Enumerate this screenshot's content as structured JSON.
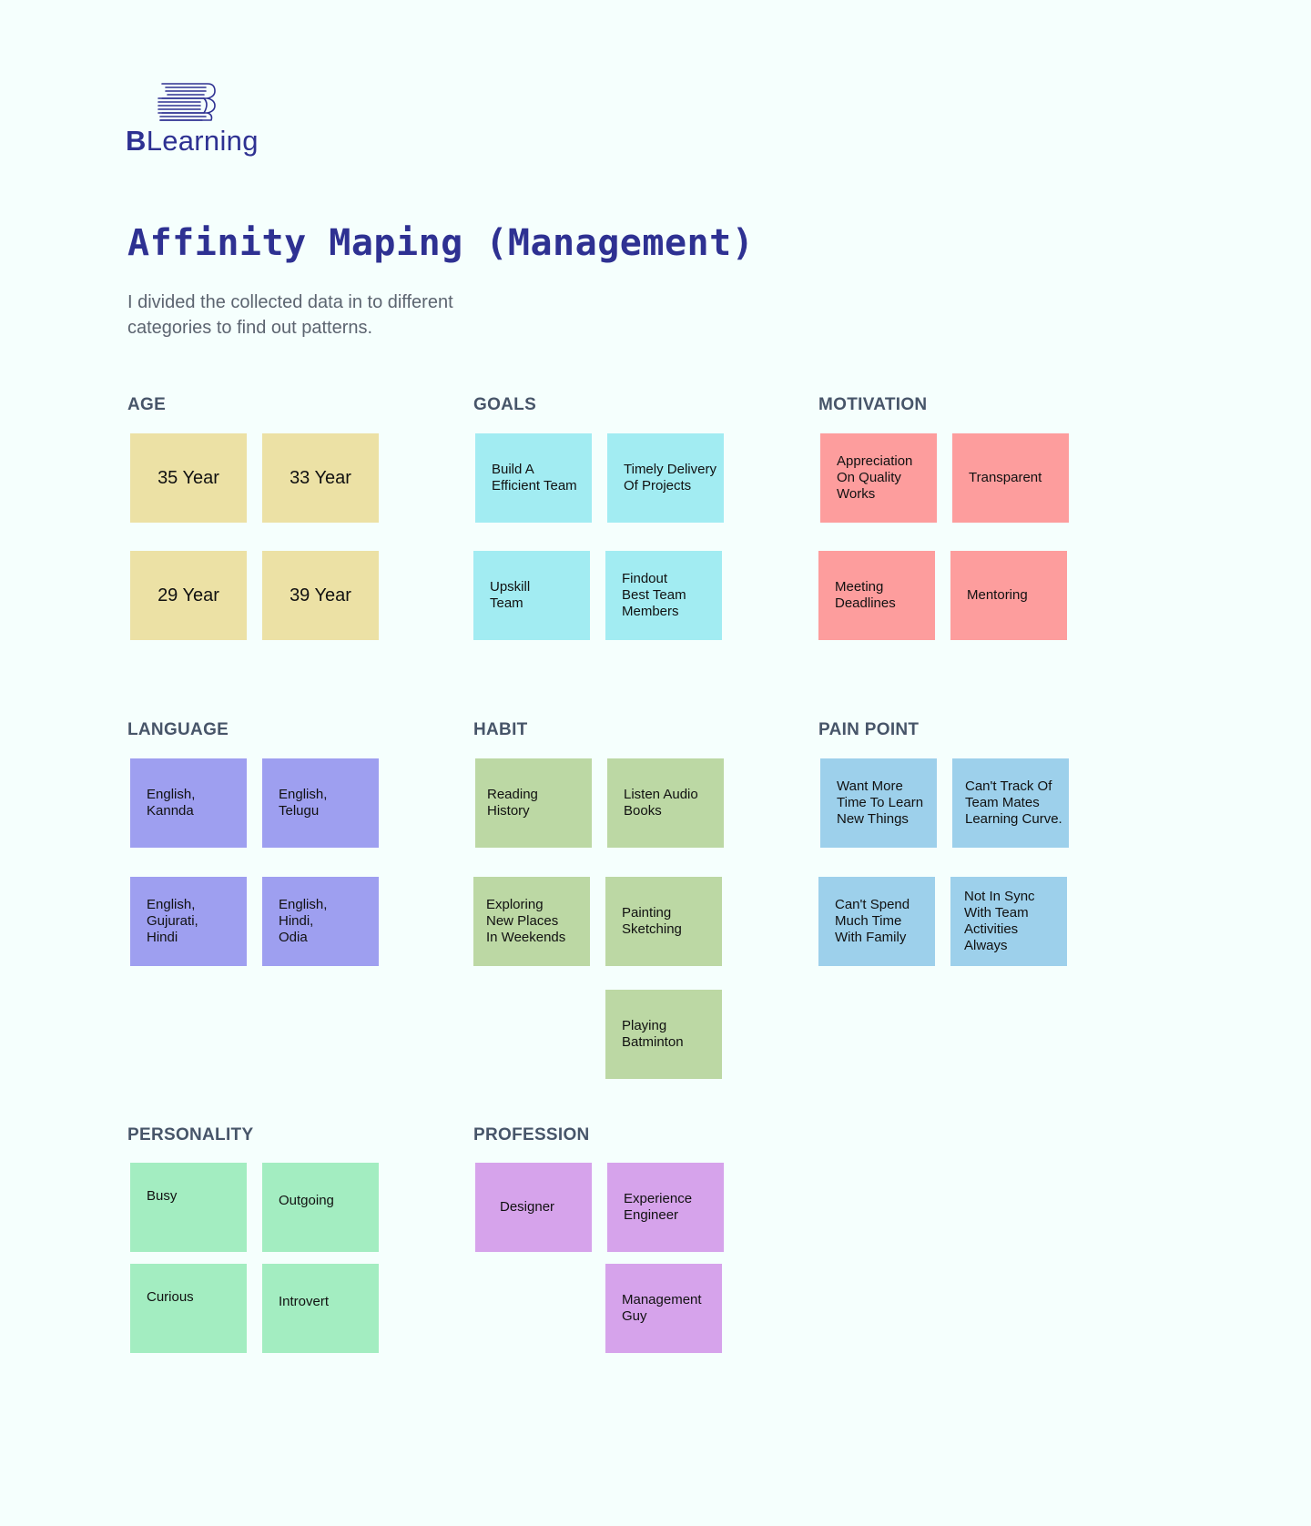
{
  "brand": {
    "logo_bold": "B",
    "logo_rest": "Learning",
    "icon": "books-stack-icon"
  },
  "page": {
    "title": "Affinity Maping (Management)",
    "subtitle": "I divided the collected data in to different categories to find out patterns."
  },
  "categories": {
    "age": {
      "title": "AGE",
      "notes": [
        "35 Year",
        "33 Year",
        "29 Year",
        "39 Year"
      ]
    },
    "goals": {
      "title": "GOALS",
      "notes": [
        "Build A\nEfficient Team",
        "Timely Delivery\nOf Projects",
        "Upskill\nTeam",
        "Findout\nBest Team\nMembers"
      ]
    },
    "motivation": {
      "title": "MOTIVATION",
      "notes": [
        "Appreciation\nOn Quality\nWorks",
        "Transparent",
        "Meeting\nDeadlines",
        "Mentoring"
      ]
    },
    "language": {
      "title": "LANGUAGE",
      "notes": [
        "English,\nKannda",
        "English,\nTelugu",
        "English,\nGujurati,\nHindi",
        "English,\nHindi,\nOdia"
      ]
    },
    "habit": {
      "title": "HABIT",
      "notes": [
        "Reading\nHistory",
        "Listen Audio\nBooks",
        "Exploring\nNew Places\nIn Weekends",
        "Painting\nSketching",
        "Playing\nBatminton"
      ]
    },
    "pain_point": {
      "title": "PAIN POINT",
      "notes": [
        "Want More\nTime To Learn\nNew Things",
        "Can't Track Of\nTeam Mates\nLearning Curve.",
        "Can't Spend\nMuch Time\nWith Family",
        "Not In Sync\nWith Team\nActivities\nAlways"
      ]
    },
    "personality": {
      "title": "PERSONALITY",
      "notes": [
        "Busy",
        "Outgoing",
        "Curious",
        "Introvert"
      ]
    },
    "profession": {
      "title": "PROFESSION",
      "notes": [
        "Designer",
        "Experience\nEngineer",
        "Management\nGuy"
      ]
    }
  },
  "colors": {
    "background": "#f5fffd",
    "brand": "#2e3192",
    "age": "#ece1a5",
    "goals": "#a2ecf2",
    "motivation": "#fd9d9d",
    "language": "#9e9ff0",
    "habit": "#bcd8a4",
    "pain_point": "#9dd0eb",
    "personality": "#a3edc1",
    "profession": "#d6a3eb"
  }
}
